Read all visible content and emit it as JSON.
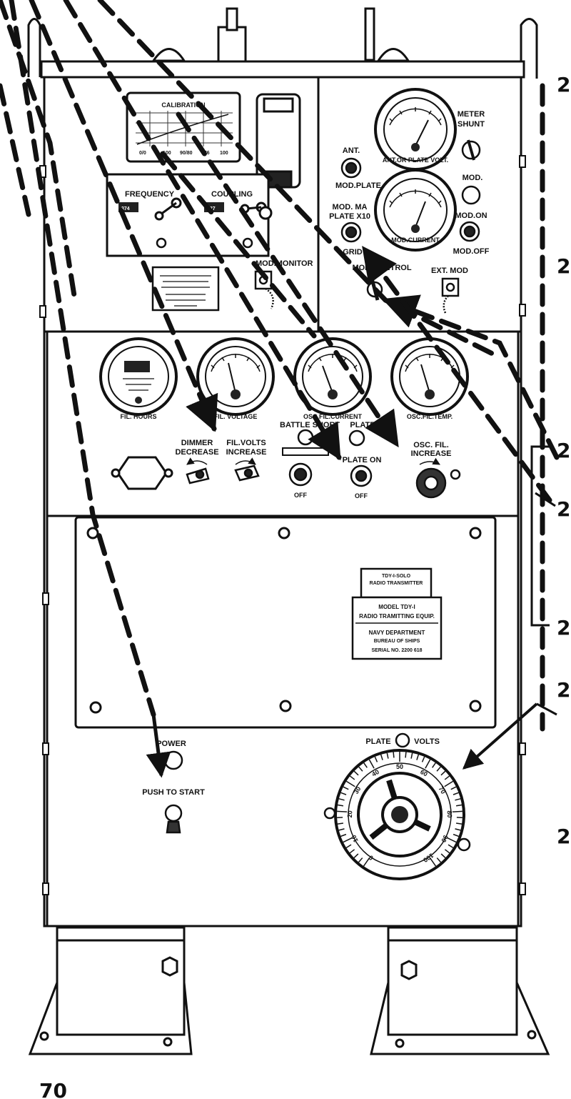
{
  "calibration_chart": {
    "title": "CALIBRATION",
    "ticks": [
      "0/0",
      "100",
      "90/80",
      "876",
      "100"
    ]
  },
  "upper_left": {
    "frequency_label": "FREQUENCY",
    "coupling_label": "COUPLING",
    "frequency_dial": "374",
    "coupling_dial": "627",
    "mod_monitor_label": "MOD.MONITOR"
  },
  "upper_right": {
    "meter1_caption": "ANT.OR PLATE VOLT.",
    "meter2_caption": "MOD.CURRENT",
    "meter_shunt": [
      "METER",
      "SHUNT"
    ],
    "ant_label": "ANT.",
    "mod_plate_label": "MOD.PLATE",
    "mod_ma_label": [
      "MOD. MA",
      "PLATE X10"
    ],
    "grid_label": "GRID",
    "mod_label": "MOD.",
    "mod_on_label": "MOD.ON",
    "mod_off_label": "MOD.OFF",
    "mod_control_label": "MOD.CONTROL",
    "ext_mod_label": "EXT. MOD"
  },
  "middle_panel": {
    "meters": [
      {
        "caption": "FIL. HOURS"
      },
      {
        "caption": "FIL. VOLTAGE"
      },
      {
        "caption": "OSC.FIL.CURRENT"
      },
      {
        "caption": "OSC.FIL.TEMP."
      }
    ],
    "dimmer": [
      "DIMMER",
      "DECREASE"
    ],
    "fil_volts": [
      "FIL.VOLTS",
      "INCREASE"
    ],
    "battle_short": "BATTLE SHORT",
    "plate": "PLATE",
    "plate_on": "PLATE ON",
    "off_left": "OFF",
    "off_right": "OFF",
    "osc_fil": [
      "OSC. FIL.",
      "INCREASE"
    ]
  },
  "nameplate": {
    "model": "MODEL TDY-I",
    "equipment": "RADIO TRAMITTING EQUIP.",
    "dept": "NAVY DEPARTMENT",
    "small_lines": [
      "TDY-I-SOLO",
      "RADIO TRANSMITTER",
      "BUREAU OF SHIPS",
      "SERIAL NO. 2200 618"
    ]
  },
  "lower_panel": {
    "power_label": "POWER",
    "push_to_start": "PUSH TO START",
    "plate_volts": [
      "PLATE",
      "VOLTS"
    ],
    "dial_numbers": [
      "0",
      "10",
      "20",
      "30",
      "40",
      "50",
      "60",
      "70",
      "80",
      "90",
      "100"
    ]
  },
  "margin": {
    "callout_numbers": [
      "2",
      "2",
      "2",
      "2",
      "2",
      "2",
      "2"
    ],
    "page_number": "70"
  }
}
